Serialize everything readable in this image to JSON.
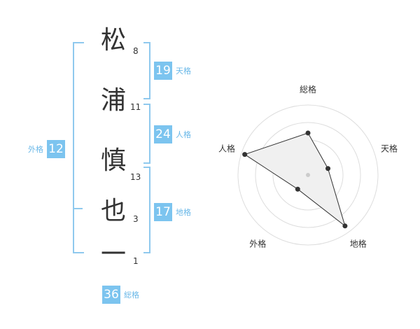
{
  "name": {
    "chars": [
      {
        "char": "松",
        "strokes": "8"
      },
      {
        "char": "浦",
        "strokes": "11"
      },
      {
        "char": "慎",
        "strokes": "13"
      },
      {
        "char": "也",
        "strokes": "3"
      },
      {
        "char": "一",
        "strokes": "1"
      }
    ]
  },
  "scores": {
    "tenkaku": {
      "value": "19",
      "label": "天格"
    },
    "jinkaku": {
      "value": "24",
      "label": "人格"
    },
    "chikaku": {
      "value": "17",
      "label": "地格"
    },
    "gaikaku": {
      "value": "12",
      "label": "外格"
    },
    "soukaku": {
      "value": "36",
      "label": "総格"
    }
  },
  "colors": {
    "accent": "#7cc4ef",
    "label": "#6ab8e8",
    "bracket": "#8fc9ee"
  },
  "chart_data": {
    "type": "radar",
    "axes": [
      "総格",
      "天格",
      "地格",
      "外格",
      "人格"
    ],
    "values": [
      0.6,
      0.3,
      0.9,
      0.25,
      0.95
    ],
    "range": [
      0,
      1
    ],
    "rings": 4
  }
}
